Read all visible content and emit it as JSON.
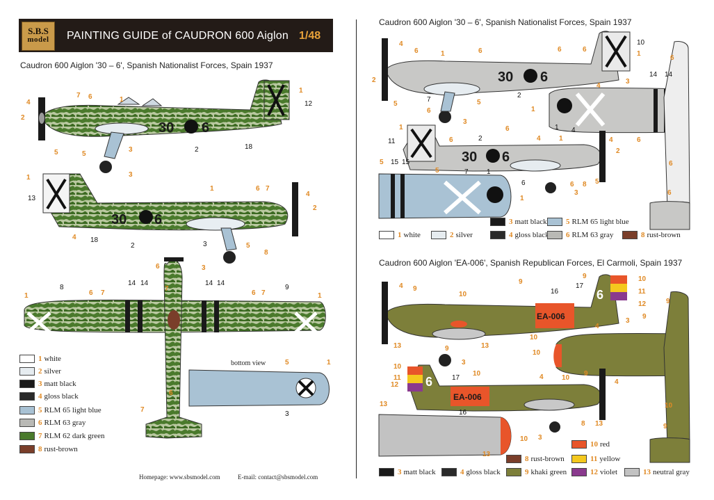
{
  "header": {
    "logo_line1": "S.B.S",
    "logo_line2": "model",
    "title": "PAINTING GUIDE of CAUDRON 600 Aiglon",
    "scale": "1/48"
  },
  "captions": {
    "left_top": "Caudron 600 Aiglon '30 – 6', Spanish Nationalist Forces, Spain 1937",
    "right_top": "Caudron 600 Aiglon '30 – 6', Spanish Nationalist Forces, Spain 1937",
    "right_bottom": "Caudron 600 Aiglon 'EA-006', Spanish Republican Forces, El Carmoli, Spain 1937",
    "bottom_view": "bottom view"
  },
  "markings": {
    "nat_code_a": "30",
    "nat_code_b": "6",
    "rep_code": "EA-006",
    "rep_tail": "6"
  },
  "legend_left": [
    {
      "num": "1",
      "label": "white",
      "color": "#ffffff"
    },
    {
      "num": "2",
      "label": "silver",
      "color": "#e6ecf0"
    },
    {
      "num": "3",
      "label": "matt black",
      "color": "#1a1a1a"
    },
    {
      "num": "4",
      "label": "gloss black",
      "color": "#2a2a2a"
    },
    {
      "num": "5",
      "label": "RLM 65 light blue",
      "color": "#a9c2d4"
    },
    {
      "num": "6",
      "label": "RLM 63 gray",
      "color": "#b9b9b5"
    },
    {
      "num": "7",
      "label": "RLM 62 dark green",
      "color": "#4a7a2c"
    },
    {
      "num": "8",
      "label": "rust-brown",
      "color": "#7a3e2a"
    }
  ],
  "legend_right_nat": [
    {
      "num": "1",
      "label": "white",
      "color": "#ffffff"
    },
    {
      "num": "2",
      "label": "silver",
      "color": "#e6ecf0"
    },
    {
      "num": "3",
      "label": "matt black",
      "color": "#1a1a1a"
    },
    {
      "num": "4",
      "label": "gloss black",
      "color": "#2a2a2a"
    },
    {
      "num": "5",
      "label": "RLM 65 light blue",
      "color": "#a9c2d4"
    },
    {
      "num": "6",
      "label": "RLM 63 gray",
      "color": "#b9b9b5"
    },
    {
      "num": "8",
      "label": "rust-brown",
      "color": "#7a3e2a"
    }
  ],
  "legend_right_rep": [
    {
      "num": "3",
      "label": "matt black",
      "color": "#1a1a1a"
    },
    {
      "num": "4",
      "label": "gloss black",
      "color": "#2a2a2a"
    },
    {
      "num": "8",
      "label": "rust-brown",
      "color": "#7a3e2a"
    },
    {
      "num": "9",
      "label": "khaki green",
      "color": "#7d7f3a"
    },
    {
      "num": "10",
      "label": "red",
      "color": "#e8552a"
    },
    {
      "num": "11",
      "label": "yellow",
      "color": "#f4c81e"
    },
    {
      "num": "12",
      "label": "violet",
      "color": "#8a3a8e"
    },
    {
      "num": "13",
      "label": "neutral gray",
      "color": "#c2c2c2"
    }
  ],
  "footer": {
    "homepage": "Homepage: www.sbsmodel.com",
    "email": "E-mail: contact@sbsmodel.com"
  }
}
